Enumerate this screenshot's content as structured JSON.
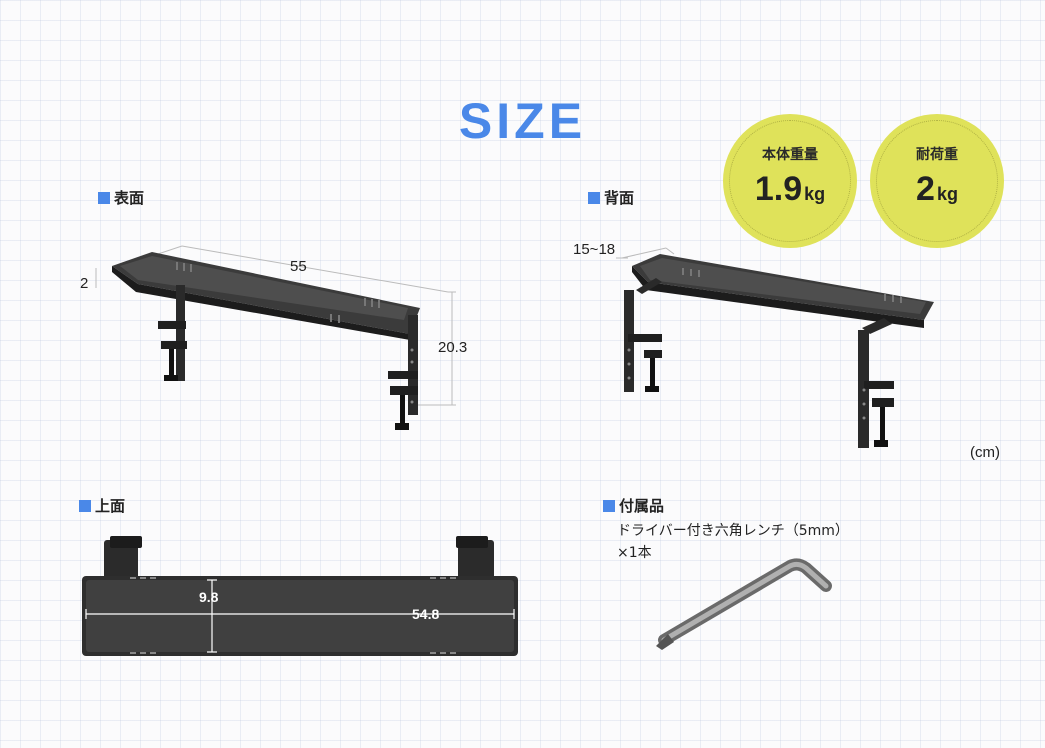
{
  "title": "SIZE",
  "badges": [
    {
      "label": "本体重量",
      "value": "1.9",
      "unit": "kg"
    },
    {
      "label": "耐荷重",
      "value": "2",
      "unit": "kg"
    }
  ],
  "sections": {
    "front": "表面",
    "back": "背面",
    "top": "上面",
    "accessories": "付属品"
  },
  "dimensions": {
    "front_height_tray": "2",
    "front_width": "55",
    "front_height_total": "20.3",
    "back_depth": "15~18",
    "top_depth": "9.8",
    "top_width": "54.8"
  },
  "unit_note": "(cm)",
  "accessory": {
    "name": "ドライバー付き六角レンチ（5mm）",
    "qty": "×1本"
  }
}
